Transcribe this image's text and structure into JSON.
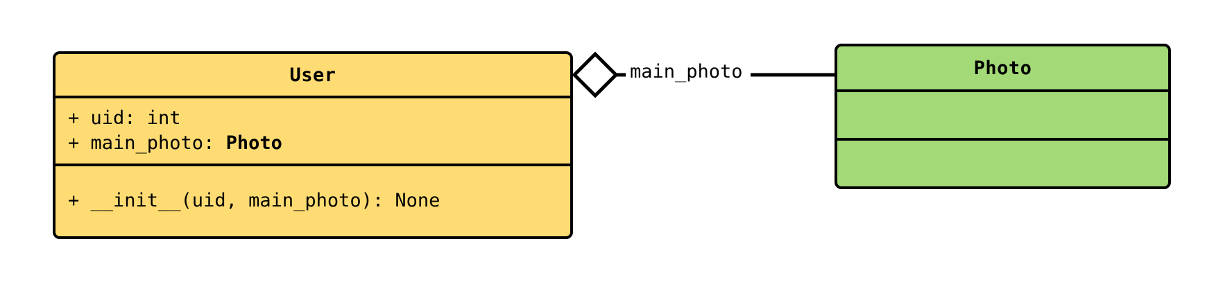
{
  "diagram": {
    "kind": "uml-class-diagram",
    "background_color": "#ffffff",
    "classes": [
      {
        "name": "User",
        "fill_color": "#ffdc73",
        "border_color": "#000000",
        "attributes": [
          {
            "visibility": "+",
            "text": "+ uid: int",
            "prefix": "+ uid: int",
            "type_ref": ""
          },
          {
            "visibility": "+",
            "text": "+ main_photo: Photo",
            "prefix": "+ main_photo: ",
            "type_ref": "Photo"
          }
        ],
        "methods": [
          {
            "visibility": "+",
            "text": "+ __init__(uid, main_photo): None",
            "prefix": "+ __init__(uid, main_photo): None",
            "type_ref": ""
          }
        ]
      },
      {
        "name": "Photo",
        "fill_color": "#a3d977",
        "border_color": "#000000",
        "attributes": [],
        "methods": []
      }
    ],
    "relationship": {
      "type": "aggregation",
      "label": "main_photo",
      "source": "User",
      "target": "Photo",
      "marker": "hollow-diamond",
      "line_color": "#000000"
    }
  }
}
